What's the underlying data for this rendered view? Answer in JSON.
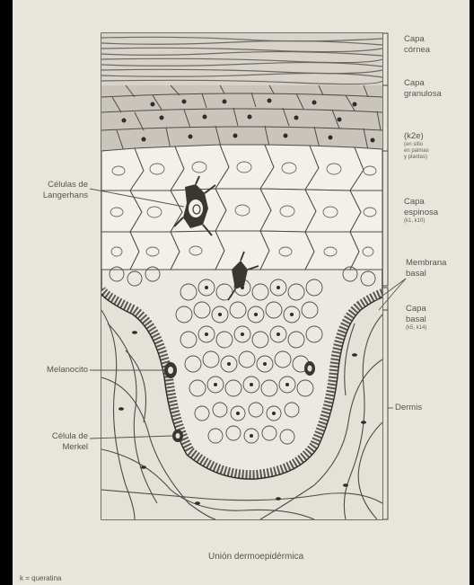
{
  "labels": {
    "capa_cornea": [
      "Capa",
      "córnea"
    ],
    "capa_granulosa": [
      "Capa",
      "granulosa"
    ],
    "k2e": "(k2e)",
    "k2e_note": [
      "(en sitio",
      "en palmas",
      "y plantas)"
    ],
    "capa_espinosa": [
      "Capa",
      "espinosa"
    ],
    "capa_espinosa_k": "(k1, k10)",
    "membrana_basal": [
      "Membrana",
      "basal"
    ],
    "capa_basal": [
      "Capa",
      "basal"
    ],
    "capa_basal_k": "(k5, k14)",
    "dermis": "Dermis",
    "langerhans": [
      "Células de",
      "Langerhans"
    ],
    "melanocito": "Melanocito",
    "merkel": [
      "Célula de",
      "Merkel"
    ],
    "caption": "Unión dermoepidérmica",
    "footnote": "k = queratina"
  },
  "colors": {
    "background": "#000000",
    "slide": "#e8e5dd",
    "tissue": "#f0ede6",
    "ink": "#3a3733",
    "label_text": "#57534e"
  }
}
